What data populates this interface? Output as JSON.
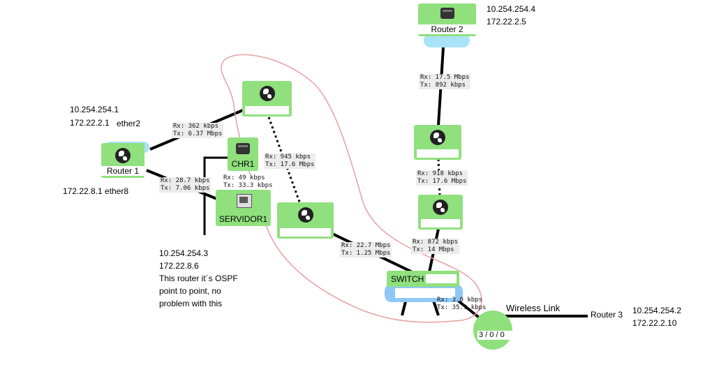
{
  "nodes": {
    "router1": "Router 1",
    "router2": "Router 2",
    "chr1": "CHR1",
    "servidor1": "SERVIDOR1",
    "switch": "SWITCH",
    "router3": "Router 3",
    "wireless_counter": "3 / 0 / 0"
  },
  "annotations": {
    "router1_loopback": "10.254.254.1",
    "router1_net": "172.22.2.1",
    "router1_ether2": "ether2",
    "router1_ether8": "172.22.8.1 ether8",
    "router2_loopback": "10.254.254.4",
    "router2_net": "172.22.2.5",
    "router3_loopback": "10.254.254.2",
    "router3_net": "172.22.2.10",
    "chr1_loopback": "10.254.254.3",
    "chr1_net": "172.22.8.6",
    "chr1_note1": "This router it´s OSPF",
    "chr1_note2": "point to point, no",
    "chr1_note3": "problem with this",
    "wireless_link": "Wireless Link"
  },
  "traffic": {
    "r1_top": {
      "rx": "Rx: 362 kbps",
      "tx": "Tx: 6.37 Mbps"
    },
    "r1_bottom": {
      "rx": "Rx: 28.7 kbps",
      "tx": "Tx: 7.06 kbps"
    },
    "chr1_link": {
      "rx": "Rx: 49 kbps",
      "tx": "Tx: 33.3 kbps"
    },
    "dotted_left": {
      "rx": "Rx: 945 kbps",
      "tx": "Tx: 17.6 Mbps"
    },
    "r2_link": {
      "rx": "Rx: 17.5 Mbps",
      "tx": "Tx: 892 kbps"
    },
    "right_mid": {
      "rx": "Rx: 918 kbps",
      "tx": "Tx: 17.6 Mbps"
    },
    "right_low": {
      "rx": "Rx: 872 kbps",
      "tx": "Tx: 14 Mbps"
    },
    "switch_left": {
      "rx": "Rx: 22.7 Mbps",
      "tx": "Tx: 1.25 Mbps"
    },
    "switch_right": {
      "rx": "Rx: 3.0 kbps",
      "tx": "Tx: 35.9 kbps"
    }
  },
  "colors": {
    "node_green": "#90e07e",
    "link_black": "#000000",
    "cloud_blue": "#a9e3f7",
    "highlight_red": "#e8a0a0",
    "wireless_bg": "#ffffff"
  },
  "icons": [
    "globe-icon",
    "router-box-icon",
    "server-pc-icon",
    "cloud-icon"
  ]
}
